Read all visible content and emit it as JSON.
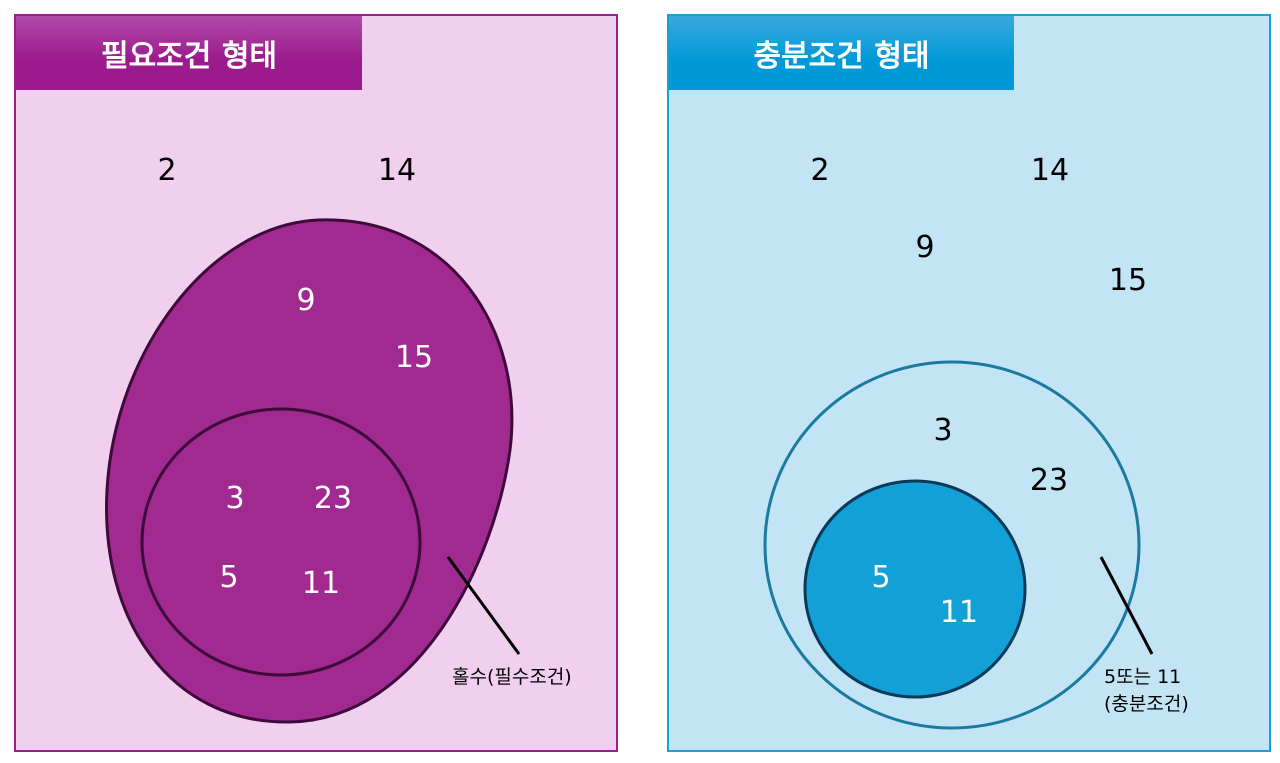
{
  "panels": {
    "left": {
      "title": "필요조건 형태",
      "outside_numbers": [
        "2",
        "14"
      ],
      "outer_set_numbers": [
        "9",
        "15"
      ],
      "inner_set_numbers": [
        "3",
        "23",
        "5",
        "11"
      ],
      "callout_label": "홀수(필수조건)",
      "colors": {
        "background": "#f0d0ee",
        "title_bar": "#9c1a8c",
        "outer_fill": "#a02a90",
        "stroke": "#3e0a3a"
      }
    },
    "right": {
      "title": "충분조건 형태",
      "outside_numbers": [
        "2",
        "14",
        "9",
        "15"
      ],
      "outer_set_numbers": [
        "3",
        "23"
      ],
      "inner_set_numbers": [
        "5",
        "11"
      ],
      "callout_label_line1": "5또는 11",
      "callout_label_line2": "(충분조건)",
      "colors": {
        "background": "#c2e4f4",
        "title_bar": "#0099d8",
        "inner_fill": "#12a0d6",
        "outer_stroke": "#1a7aa0",
        "inner_stroke": "#0a3a5a"
      }
    }
  }
}
